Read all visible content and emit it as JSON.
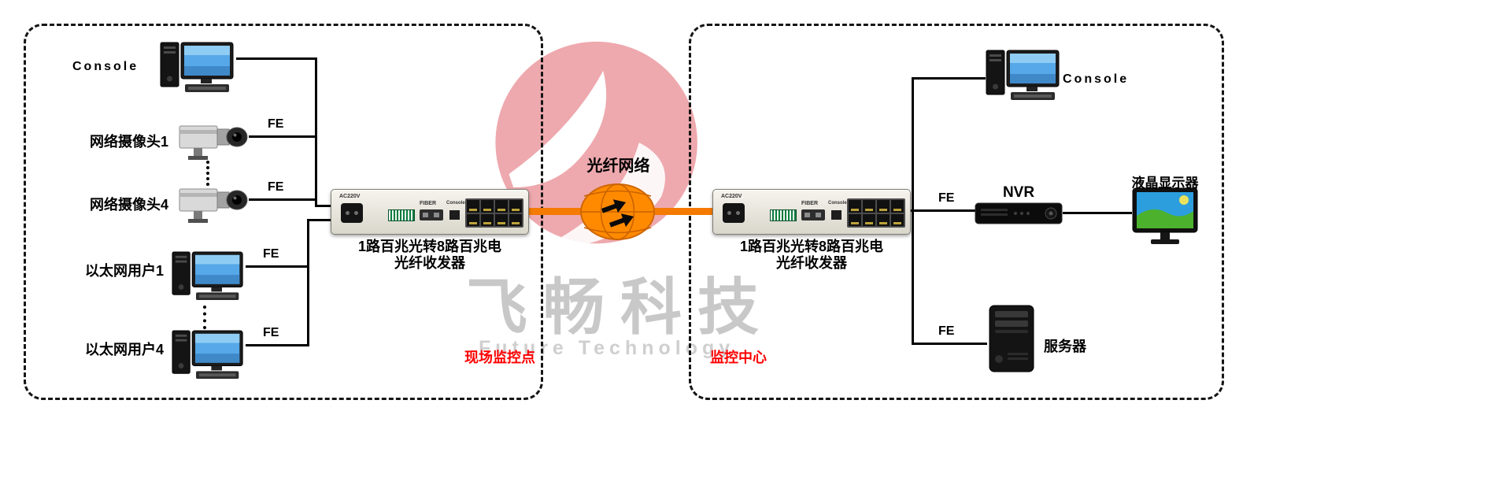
{
  "watermark": {
    "brand": "飞畅科技",
    "subtitle": "Future Technology"
  },
  "center": {
    "fiber_network_label": "光纤网络"
  },
  "converter": {
    "power_label": "AC220V",
    "fiber_label": "FIBER",
    "console_label": "Console",
    "caption_line1": "1路百兆光转8路百兆电",
    "caption_line2": "光纤收发器"
  },
  "left_zone": {
    "zone_label": "现场监控点",
    "console_label": "Console",
    "camera1_label": "网络摄像头1",
    "camera4_label": "网络摄像头4",
    "user1_label": "以太网用户1",
    "user4_label": "以太网用户4",
    "fe_labels": [
      "FE",
      "FE",
      "FE",
      "FE"
    ]
  },
  "right_zone": {
    "zone_label": "监控中心",
    "console_label": "Console",
    "nvr_label": "NVR",
    "monitor_label": "液晶显示器",
    "server_label": "服务器",
    "fe_labels": [
      "FE",
      "FE"
    ]
  },
  "colors": {
    "fiber_link": "#f57a00",
    "zone_label_red": "#fe0000",
    "line_black": "#000000",
    "watermark_red": "#ec9ba0"
  }
}
